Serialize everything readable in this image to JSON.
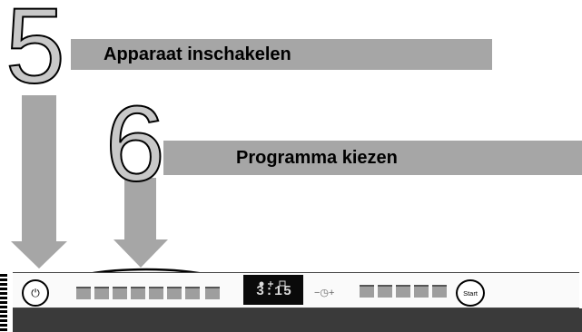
{
  "steps": [
    {
      "number": "5",
      "label": "Apparaat inschakelen"
    },
    {
      "number": "6",
      "label": "Programma kiezen"
    }
  ],
  "panel": {
    "power_symbol": "⏻",
    "display_time": "3:15",
    "timer_control": "−◷+",
    "start_label": "Start",
    "program_buttons_count": 8,
    "option_buttons_count": 5
  },
  "colors": {
    "banner": "#a6a6a6",
    "arrow": "#a6a6a6",
    "panel_base": "#3a3a3a",
    "display": "#0a0a0a"
  }
}
